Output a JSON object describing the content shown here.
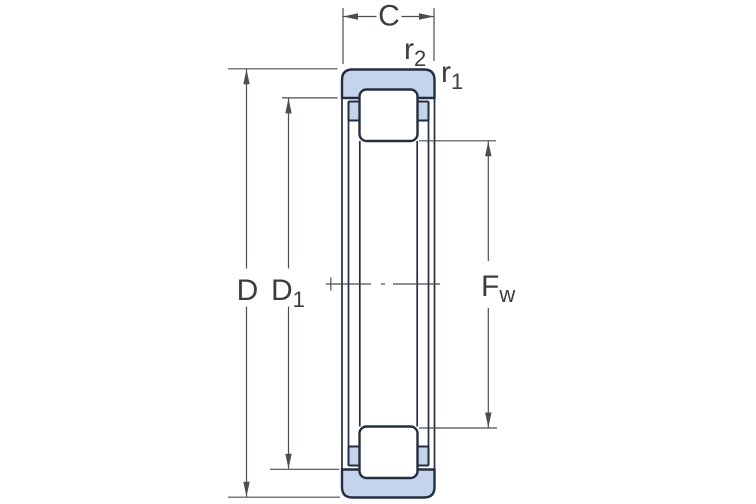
{
  "drawing": {
    "labels": {
      "width": {
        "main": "C",
        "sub": ""
      },
      "chamfer_face": {
        "main": "r",
        "sub": "2"
      },
      "chamfer_od": {
        "main": "r",
        "sub": "1"
      },
      "outer_diameter": {
        "main": "D",
        "sub": ""
      },
      "shoulder_diameter": {
        "main": "D",
        "sub": "1"
      },
      "roller_inscribed_diameter": {
        "main": "F",
        "sub": "w"
      }
    }
  },
  "colors": {
    "part_fill": "#c5d4ec",
    "part_outline": "#232e3e",
    "dim_line": "#4a4d52",
    "label_text": "#3a3d42",
    "background": "#ffffff"
  }
}
